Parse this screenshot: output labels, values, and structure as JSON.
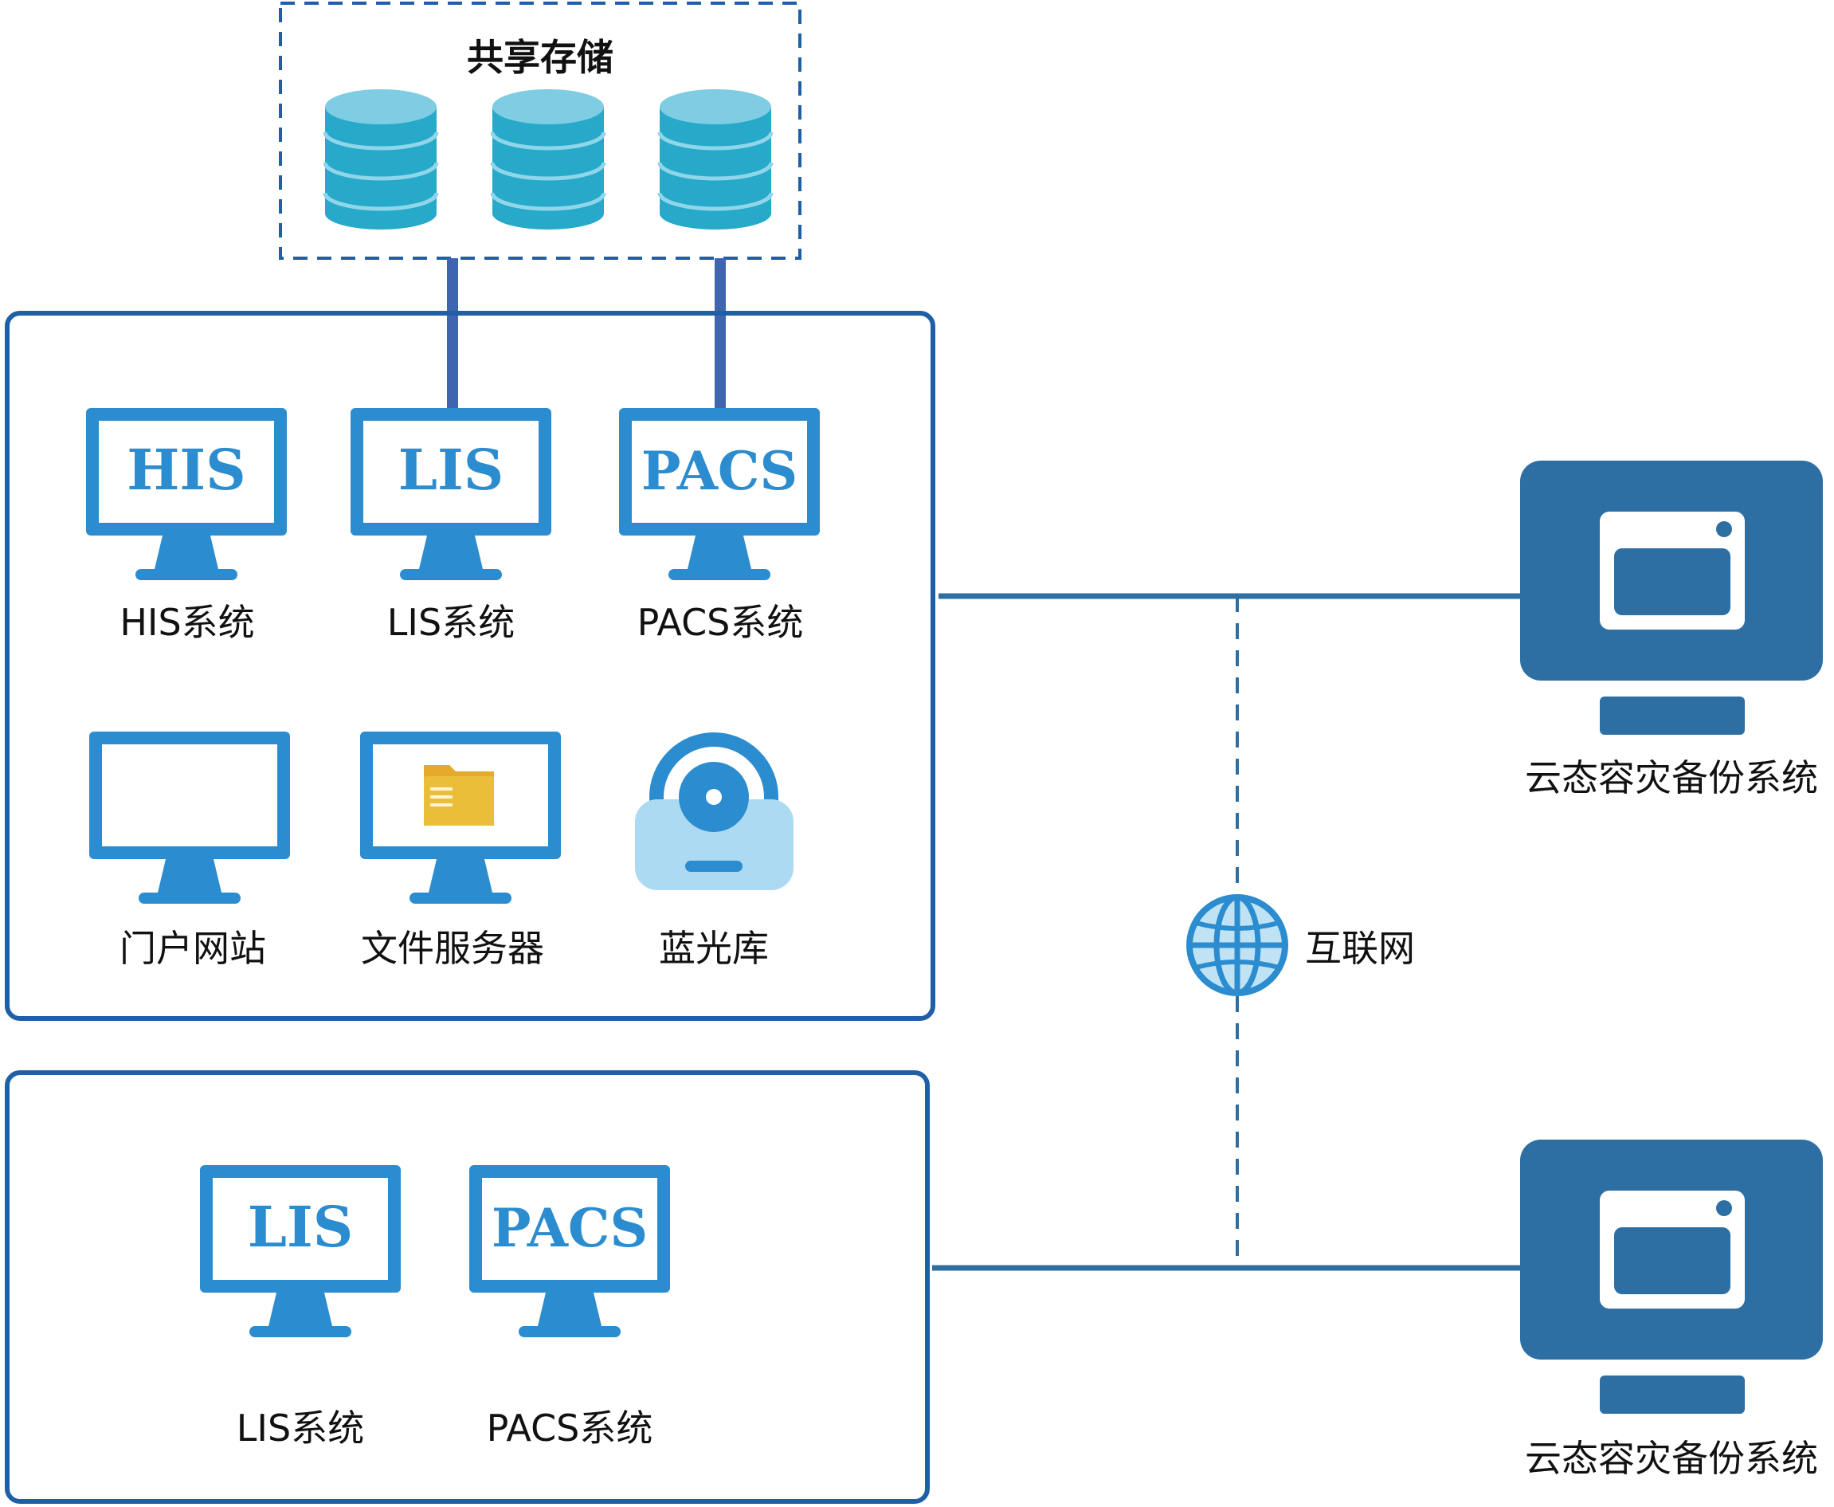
{
  "shared_storage": {
    "title": "共享存储"
  },
  "primary_site": {
    "systems": [
      {
        "screen_text": "HIS",
        "label": "HIS系统"
      },
      {
        "screen_text": "LIS",
        "label": "LIS系统"
      },
      {
        "screen_text": "PACS",
        "label": "PACS系统"
      },
      {
        "screen_text": "",
        "label": "门户网站"
      },
      {
        "screen_text": "",
        "label": "文件服务器"
      },
      {
        "screen_text": "",
        "label": "蓝光库"
      }
    ]
  },
  "secondary_site": {
    "systems": [
      {
        "screen_text": "LIS",
        "label": "LIS系统"
      },
      {
        "screen_text": "PACS",
        "label": "PACS系统"
      }
    ]
  },
  "internet": {
    "label": "互联网",
    "icon": "globe-icon"
  },
  "backup_nodes": [
    {
      "label": "云态容灾备份系统"
    },
    {
      "label": "云态容灾备份系统"
    }
  ],
  "colors": {
    "box_border": "#1f5fa5",
    "monitor": "#2b8ccf",
    "database_top": "#7fcde3",
    "database_body": "#27a9c9",
    "storage_link": "#3f64b0",
    "backup_monitor": "#2e6fa3",
    "connector": "#2e6fa3",
    "folder": "#ebbe3a",
    "bluray_case": "#acdaf2"
  }
}
